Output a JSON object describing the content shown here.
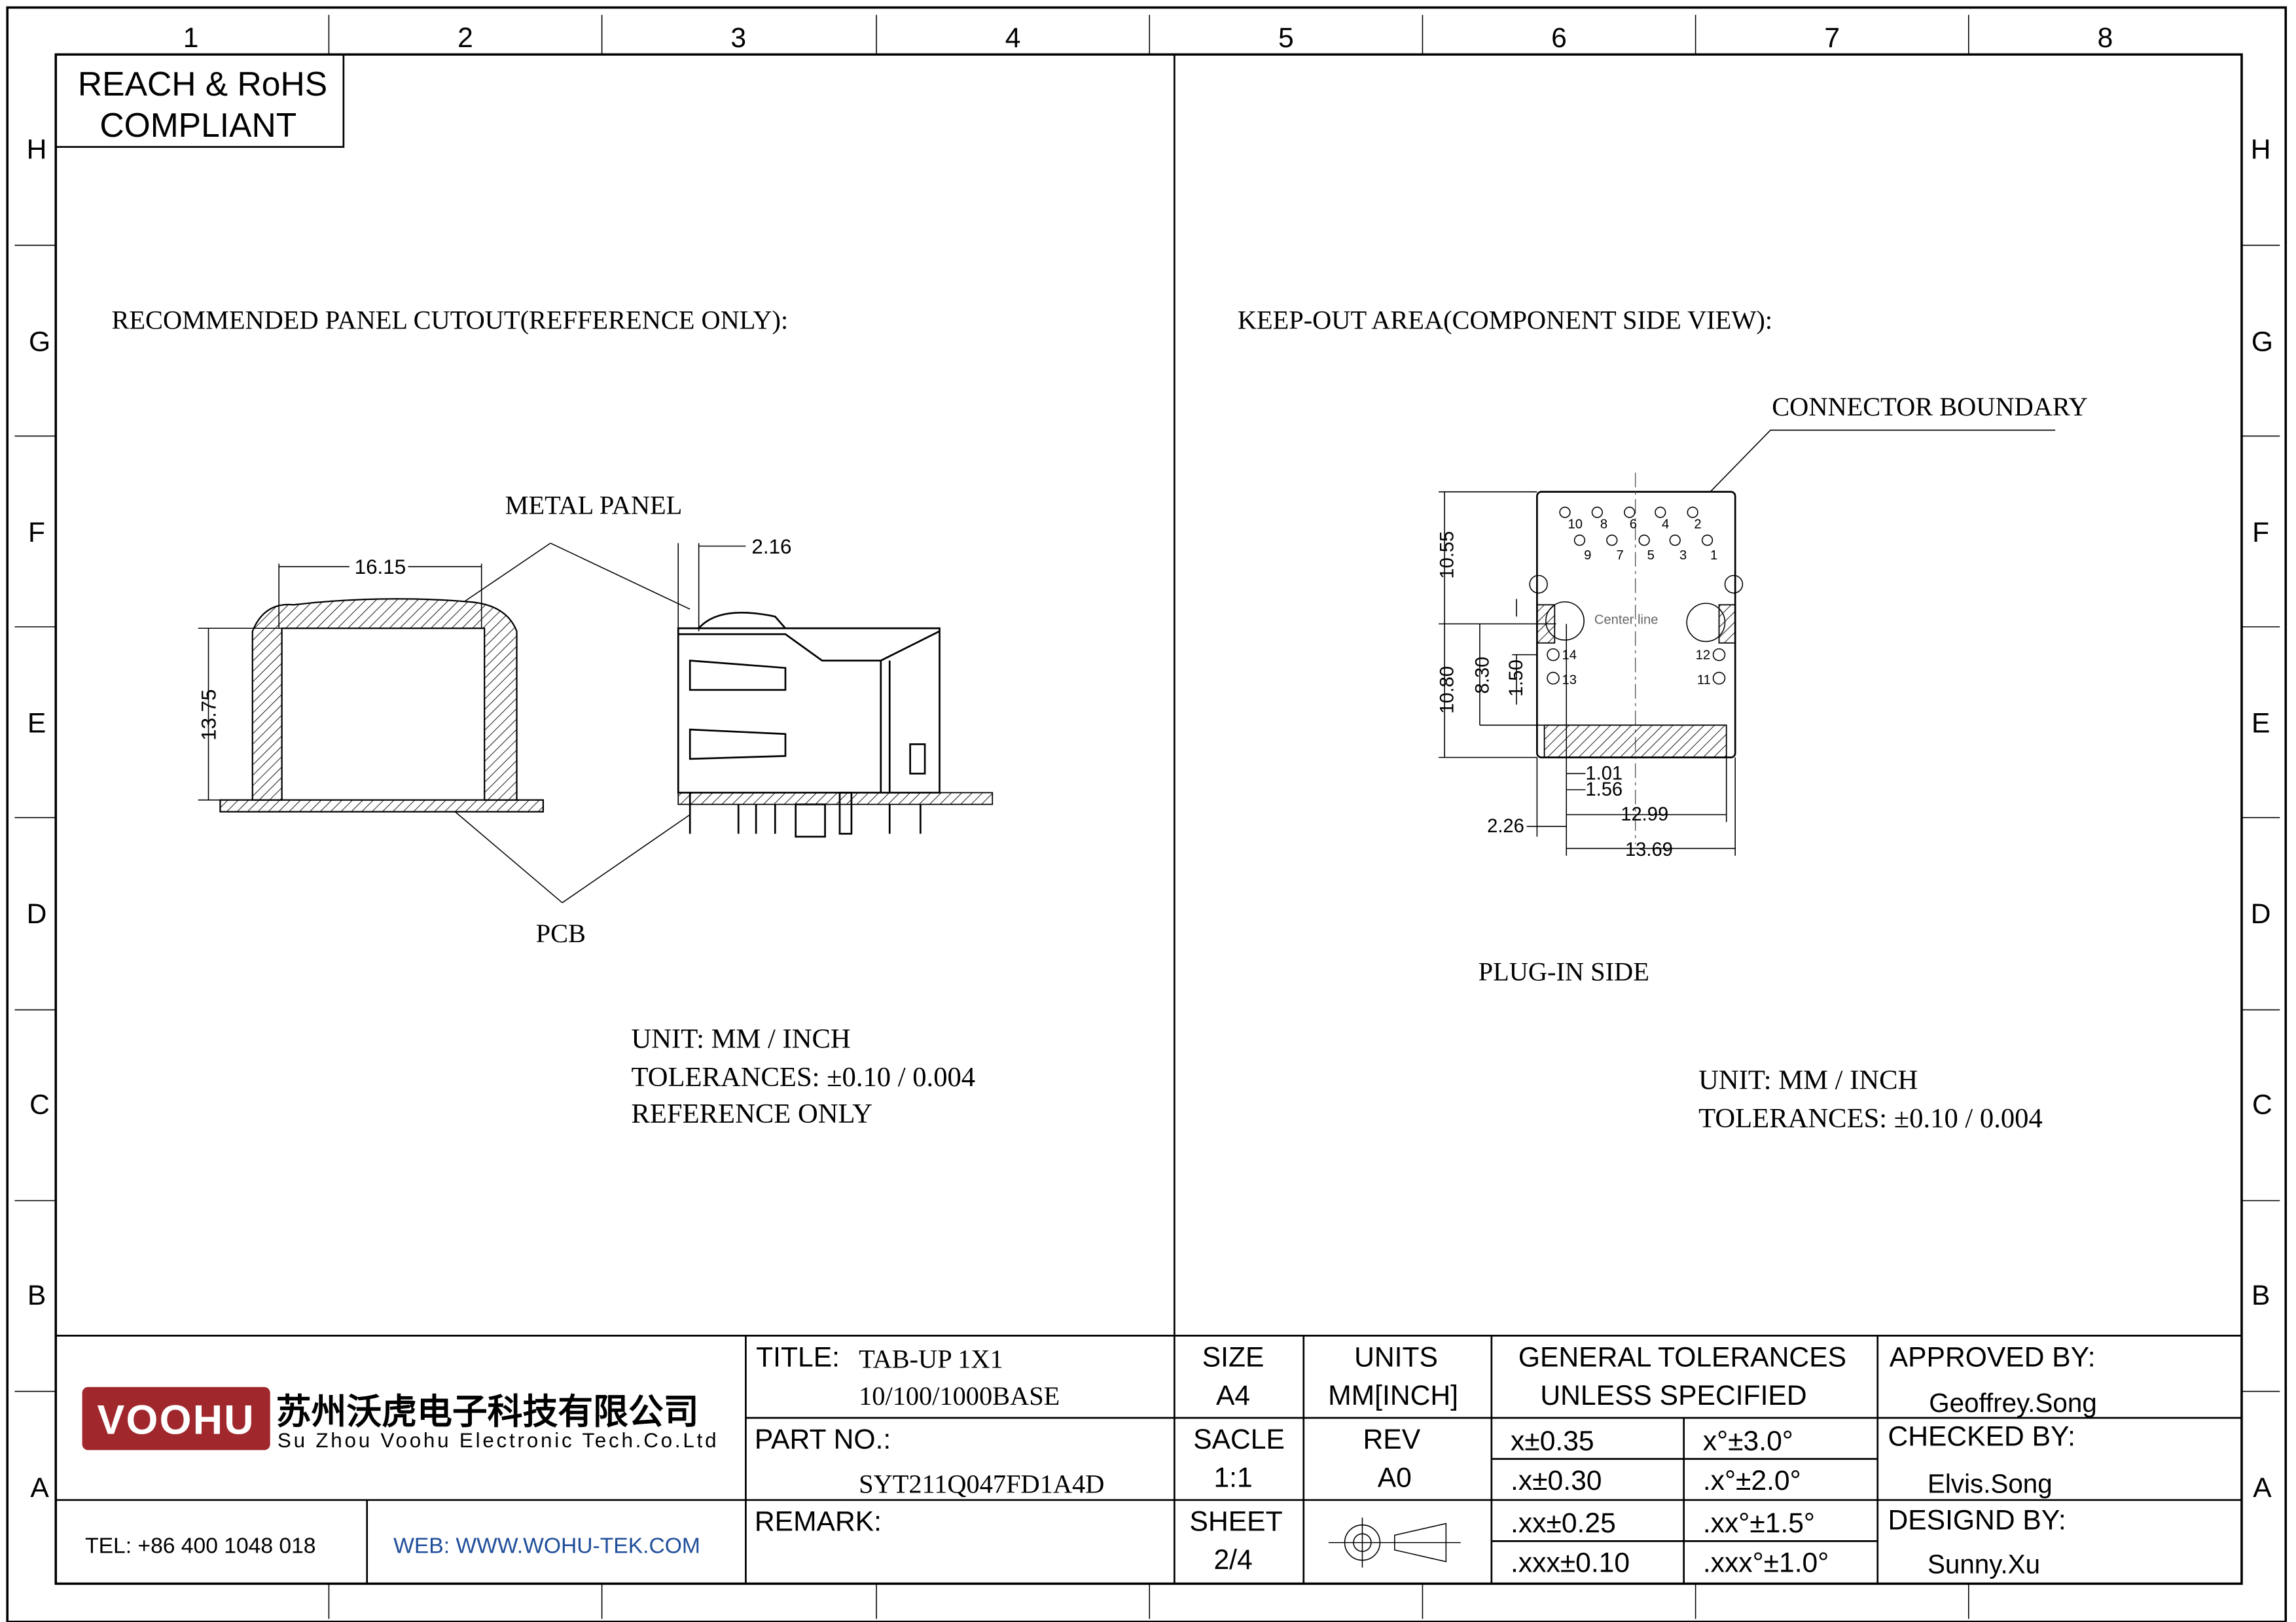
{
  "border": {
    "columns": [
      "1",
      "2",
      "3",
      "4",
      "5",
      "6",
      "7",
      "8"
    ],
    "rows": [
      "H",
      "G",
      "F",
      "E",
      "D",
      "C",
      "B",
      "A"
    ]
  },
  "compliance": {
    "line1": "REACH & RoHS",
    "line2": "COMPLIANT"
  },
  "left_view": {
    "heading": "RECOMMENDED PANEL CUTOUT(REFFERENCE ONLY):",
    "metal_panel": "METAL PANEL",
    "pcb": "PCB",
    "dims": {
      "width": "16.15",
      "height": "13.75",
      "panel_thickness": "2.16"
    },
    "notes": [
      "UNIT: MM / INCH",
      "TOLERANCES: ±0.10 / 0.004",
      "REFERENCE ONLY"
    ]
  },
  "right_view": {
    "heading": "KEEP-OUT AREA(COMPONENT SIDE VIEW):",
    "connector_boundary": "CONNECTOR BOUNDARY",
    "center_line": "Center line",
    "plug_in_side": "PLUG-IN SIDE",
    "pins_top": [
      "10",
      "8",
      "6",
      "4",
      "2"
    ],
    "pins_bottom": [
      "9",
      "7",
      "5",
      "3",
      "1"
    ],
    "pins_side": [
      "14",
      "13",
      "12",
      "11"
    ],
    "dims": {
      "d1": "10.55",
      "d2": "10.80",
      "d3": "8.30",
      "d4": "1.50",
      "d5": "1.01",
      "d6": "1.56",
      "d7": "12.99",
      "d8": "2.26",
      "d9": "13.69"
    },
    "notes": [
      "UNIT: MM / INCH",
      "TOLERANCES: ±0.10 / 0.004"
    ]
  },
  "title_block": {
    "logo_text": "VOOHU",
    "company_cn": "苏州沃虎电子科技有限公司",
    "company_en": "Su Zhou Voohu Electronic Tech.Co.Ltd",
    "tel": "TEL: +86 400 1048 018",
    "web": "WEB: WWW.WOHU-TEK.COM",
    "title_label": "TITLE:",
    "title_line1": "TAB-UP 1X1",
    "title_line2": "10/100/1000BASE",
    "part_label": "PART NO.:",
    "part_no": "SYT211Q047FD1A4D",
    "remark_label": "REMARK:",
    "size_label": "SIZE",
    "size": "A4",
    "units_label": "UNITS",
    "units": "MM[INCH]",
    "scale_label": "SACLE",
    "scale": "1:1",
    "rev_label": "REV",
    "rev": "A0",
    "sheet_label": "SHEET",
    "sheet": "2/4",
    "tol_header1": "GENERAL TOLERANCES",
    "tol_header2": "UNLESS SPECIFIED",
    "tolerances": [
      [
        "x±0.35",
        "x°±3.0°"
      ],
      [
        ".x±0.30",
        ".x°±2.0°"
      ],
      [
        ".xx±0.25",
        ".xx°±1.5°"
      ],
      [
        ".xxx±0.10",
        ".xxx°±1.0°"
      ]
    ],
    "approved_label": "APPROVED BY:",
    "approved": "Geoffrey.Song",
    "checked_label": "CHECKED BY:",
    "checked": "Elvis.Song",
    "designed_label": "DESIGND BY:",
    "designed": "Sunny.Xu"
  },
  "colors": {
    "logo_red": "#a0282d",
    "web_blue": "#1f4e9a"
  }
}
